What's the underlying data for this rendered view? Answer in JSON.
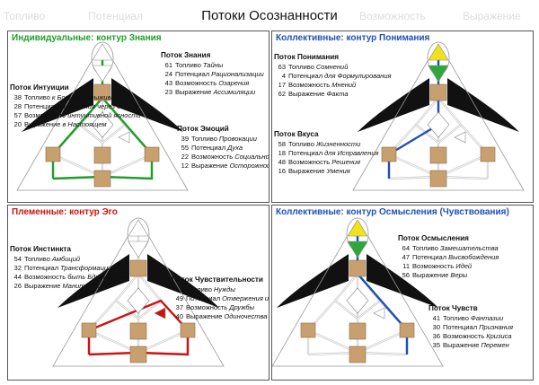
{
  "header": {
    "title": "Потоки Осознанности",
    "faded": [
      "Топливо",
      "Потенциал",
      "Возможность",
      "Выражение"
    ]
  },
  "colors": {
    "green": "#1e9e2a",
    "blue": "#1f4fb8",
    "red": "#cc1111",
    "ochre": "#c8a070",
    "yellow": "#f2e21a"
  },
  "panels": [
    {
      "title": "Индивидуальные: контур Знания",
      "title_color": "#1e9e2a",
      "groups": [
        {
          "title": "Поток Знания",
          "items": [
            {
              "n": "61",
              "label": "Топливо",
              "word": "Тайны"
            },
            {
              "n": "24",
              "label": "Потенциал",
              "word": "Рационализации"
            },
            {
              "n": "43",
              "label": "Возможность",
              "word": "Озарения"
            },
            {
              "n": "23",
              "label": "Выражение",
              "word": "Ассимиляции"
            }
          ]
        },
        {
          "title": "Поток Интуиции",
          "items": [
            {
              "n": "38",
              "label": "Топливо",
              "word": "к Борьбе за выживание"
            },
            {
              "n": "28",
              "label": "Потенциал",
              "word": "выживания через борьбу"
            },
            {
              "n": "57",
              "label": "Возможность",
              "word": "интуитивной ясности"
            },
            {
              "n": "20",
              "label": "Выражение",
              "word": "в Настоящем"
            }
          ]
        },
        {
          "title": "Поток Эмоций",
          "items": [
            {
              "n": "39",
              "label": "Топливо",
              "word": "Провокации"
            },
            {
              "n": "55",
              "label": "Потенциал",
              "word": "Духа"
            },
            {
              "n": "22",
              "label": "Возможность",
              "word": "Социального Духа"
            },
            {
              "n": "12",
              "label": "Выражение",
              "word": "Осторожности"
            }
          ]
        }
      ]
    },
    {
      "title": "Коллективные: контур Понимания",
      "title_color": "#1f4fb8",
      "groups": [
        {
          "title": "Поток Понимания",
          "items": [
            {
              "n": "63",
              "label": "Топливо",
              "word": "Сомнений"
            },
            {
              "n": "4",
              "label": "Потенциал",
              "word": "для Формулирования"
            },
            {
              "n": "17",
              "label": "Возможность",
              "word": "Мнений"
            },
            {
              "n": "62",
              "label": "Выражение",
              "word": "Факта"
            }
          ]
        },
        {
          "title": "Поток Вкуса",
          "items": [
            {
              "n": "58",
              "label": "Топливо",
              "word": "Жизненности"
            },
            {
              "n": "18",
              "label": "Потенциал",
              "word": "для Исправления"
            },
            {
              "n": "48",
              "label": "Возможность",
              "word": "Решения"
            },
            {
              "n": "16",
              "label": "Выражение",
              "word": "Умения"
            }
          ]
        }
      ]
    },
    {
      "title": "Племенные: контур Эго",
      "title_color": "#cc1111",
      "groups": [
        {
          "title": "Поток Инстинкта",
          "items": [
            {
              "n": "54",
              "label": "Топливо",
              "word": "Амбиций"
            },
            {
              "n": "32",
              "label": "Потенциал",
              "word": "Трансформации"
            },
            {
              "n": "44",
              "label": "Возможность",
              "word": "быть Бдительным"
            },
            {
              "n": "26",
              "label": "Выражение",
              "word": "Манипуляции"
            }
          ]
        },
        {
          "title": "Поток Чувствительности",
          "items": [
            {
              "n": "19",
              "label": "Топливо",
              "word": "Нужды"
            },
            {
              "n": "49",
              "label": "Потенциал",
              "word": "Отвержения или нет"
            },
            {
              "n": "37",
              "label": "Возможность",
              "word": "Дружбы"
            },
            {
              "n": "40",
              "label": "Выражение",
              "word": "Одиночества"
            }
          ]
        }
      ]
    },
    {
      "title": "Коллективные: контур Осмысления (Чувствования)",
      "title_color": "#1f4fb8",
      "groups": [
        {
          "title": "Поток Осмысления",
          "items": [
            {
              "n": "64",
              "label": "Топливо",
              "word": "Замешательства"
            },
            {
              "n": "47",
              "label": "Потенциал",
              "word": "Высвобождения"
            },
            {
              "n": "11",
              "label": "Возможность",
              "word": "Идей"
            },
            {
              "n": "56",
              "label": "Выражение",
              "word": "Веры"
            }
          ]
        },
        {
          "title": "Поток Чувств",
          "items": [
            {
              "n": "41",
              "label": "Топливо",
              "word": "Фантазии"
            },
            {
              "n": "30",
              "label": "Потенциал",
              "word": "Признания"
            },
            {
              "n": "36",
              "label": "Возможность",
              "word": "Кризиса"
            },
            {
              "n": "35",
              "label": "Выражение",
              "word": "Перемен"
            }
          ]
        }
      ]
    }
  ]
}
